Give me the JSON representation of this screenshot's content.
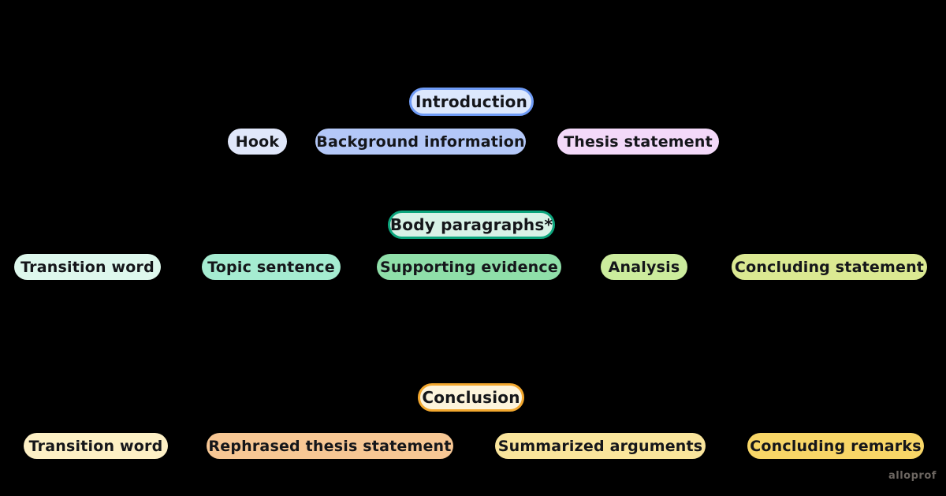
{
  "canvas": {
    "background": "#000000",
    "text_color": "#15161a"
  },
  "watermark": {
    "label": "alloprof",
    "color": "#6b6560"
  },
  "sections": [
    {
      "id": "introduction",
      "title": "Introduction",
      "title_style": {
        "bg": "#dce8fd",
        "border": "#6f9bf5"
      },
      "items": [
        {
          "label": "Hook",
          "bg": "#e0e7fa"
        },
        {
          "label": "Background information",
          "bg": "#b4c8f8"
        },
        {
          "label": "Thesis statement",
          "bg": "#f3d9f9"
        }
      ]
    },
    {
      "id": "body-paragraphs",
      "title": "Body paragraphs*",
      "title_style": {
        "bg": "#d9f2e7",
        "border": "#0da57d"
      },
      "items": [
        {
          "label": "Transition word",
          "bg": "#def8ed"
        },
        {
          "label": "Topic sentence",
          "bg": "#a5ecd1"
        },
        {
          "label": "Supporting evidence",
          "bg": "#8fdfa9"
        },
        {
          "label": "Analysis",
          "bg": "#ccec9d"
        },
        {
          "label": "Concluding statement",
          "bg": "#dbe992"
        }
      ]
    },
    {
      "id": "conclusion",
      "title": "Conclusion",
      "title_style": {
        "bg": "#fdf4dc",
        "border": "#f2a72e"
      },
      "items": [
        {
          "label": "Transition word",
          "bg": "#fdf0c5"
        },
        {
          "label": "Rephrased thesis statement",
          "bg": "#f7c794"
        },
        {
          "label": "Summarized arguments",
          "bg": "#fae59c"
        },
        {
          "label": "Concluding remarks",
          "bg": "#f8d667"
        }
      ]
    }
  ]
}
